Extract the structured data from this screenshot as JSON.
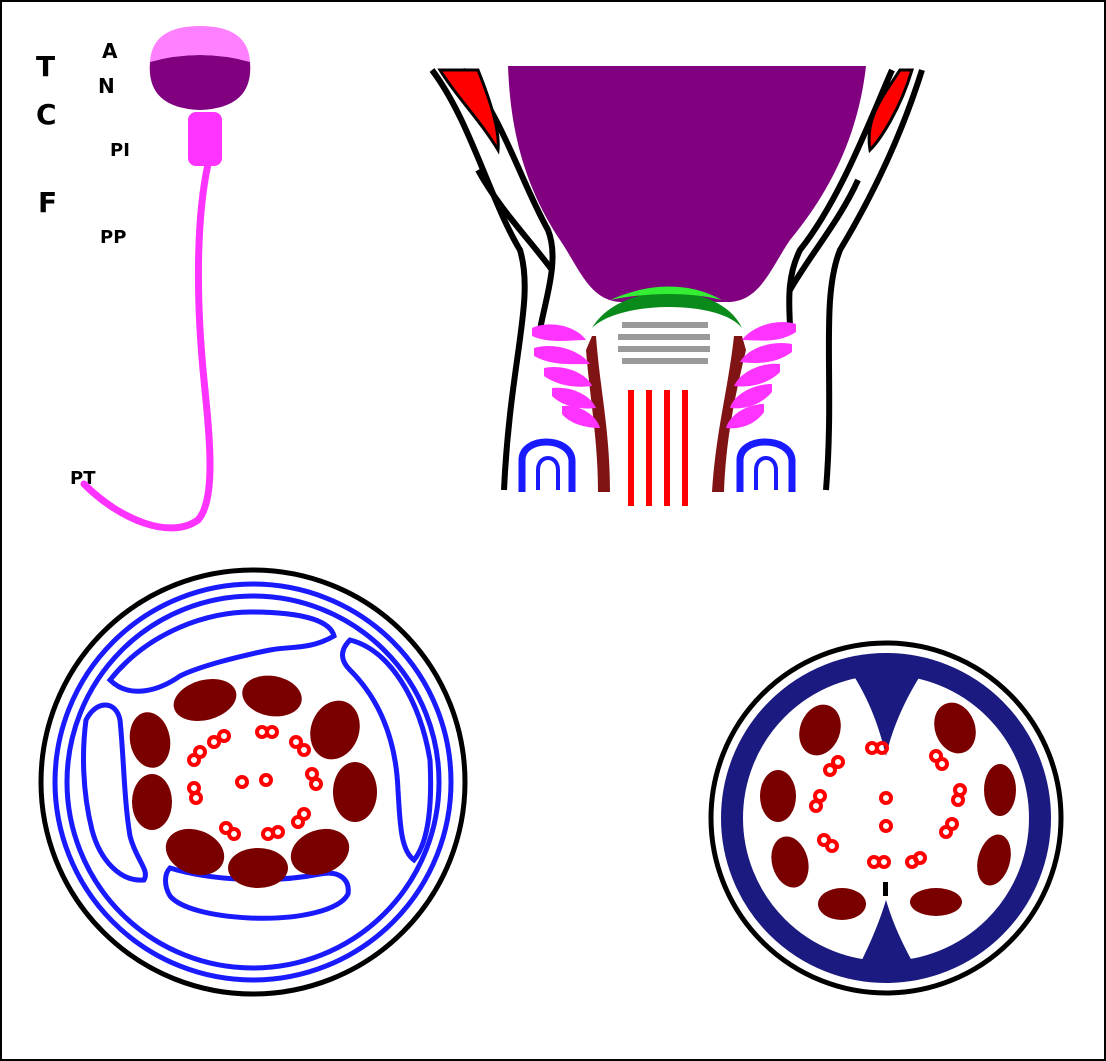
{
  "labels": {
    "T": "T",
    "A": "A",
    "N": "N",
    "C": "C",
    "PI": "PI",
    "F": "F",
    "PP": "PP",
    "PT": "PT"
  },
  "colors": {
    "acrosome": "#ff80ff",
    "nucleus": "#800080",
    "tail": "#ff33ff",
    "red": "#ff0000",
    "mito_fill": "#7a0000",
    "green_light": "#33ee33",
    "green_dark": "#0a8a1a",
    "grey": "#9a9a9a",
    "dark_red": "#801414",
    "blue": "#1a1aff",
    "navy": "#1a1a80",
    "outline": "#000000"
  }
}
